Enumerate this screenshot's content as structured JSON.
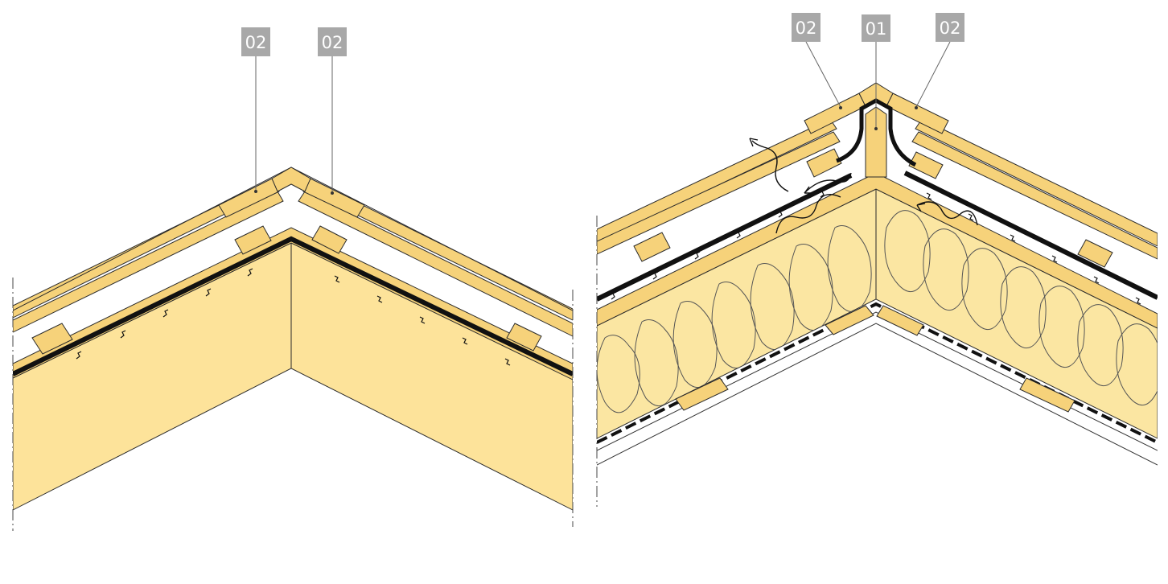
{
  "labels": {
    "left_a": "02",
    "left_b": "02",
    "right_a": "02",
    "right_b": "01",
    "right_c": "02"
  },
  "colors": {
    "wood": "#F6D27A",
    "board": "#FDE39A",
    "insulation": "#FBE6A2",
    "membrane": "#111111",
    "tag": "#A8A8A8",
    "outline": "#2A2A2A"
  },
  "icons": {
    "ventilation": "air-flow-arrow-icon",
    "insulation": "insulation-batt-pattern",
    "lap": "membrane-overlap-icon"
  }
}
